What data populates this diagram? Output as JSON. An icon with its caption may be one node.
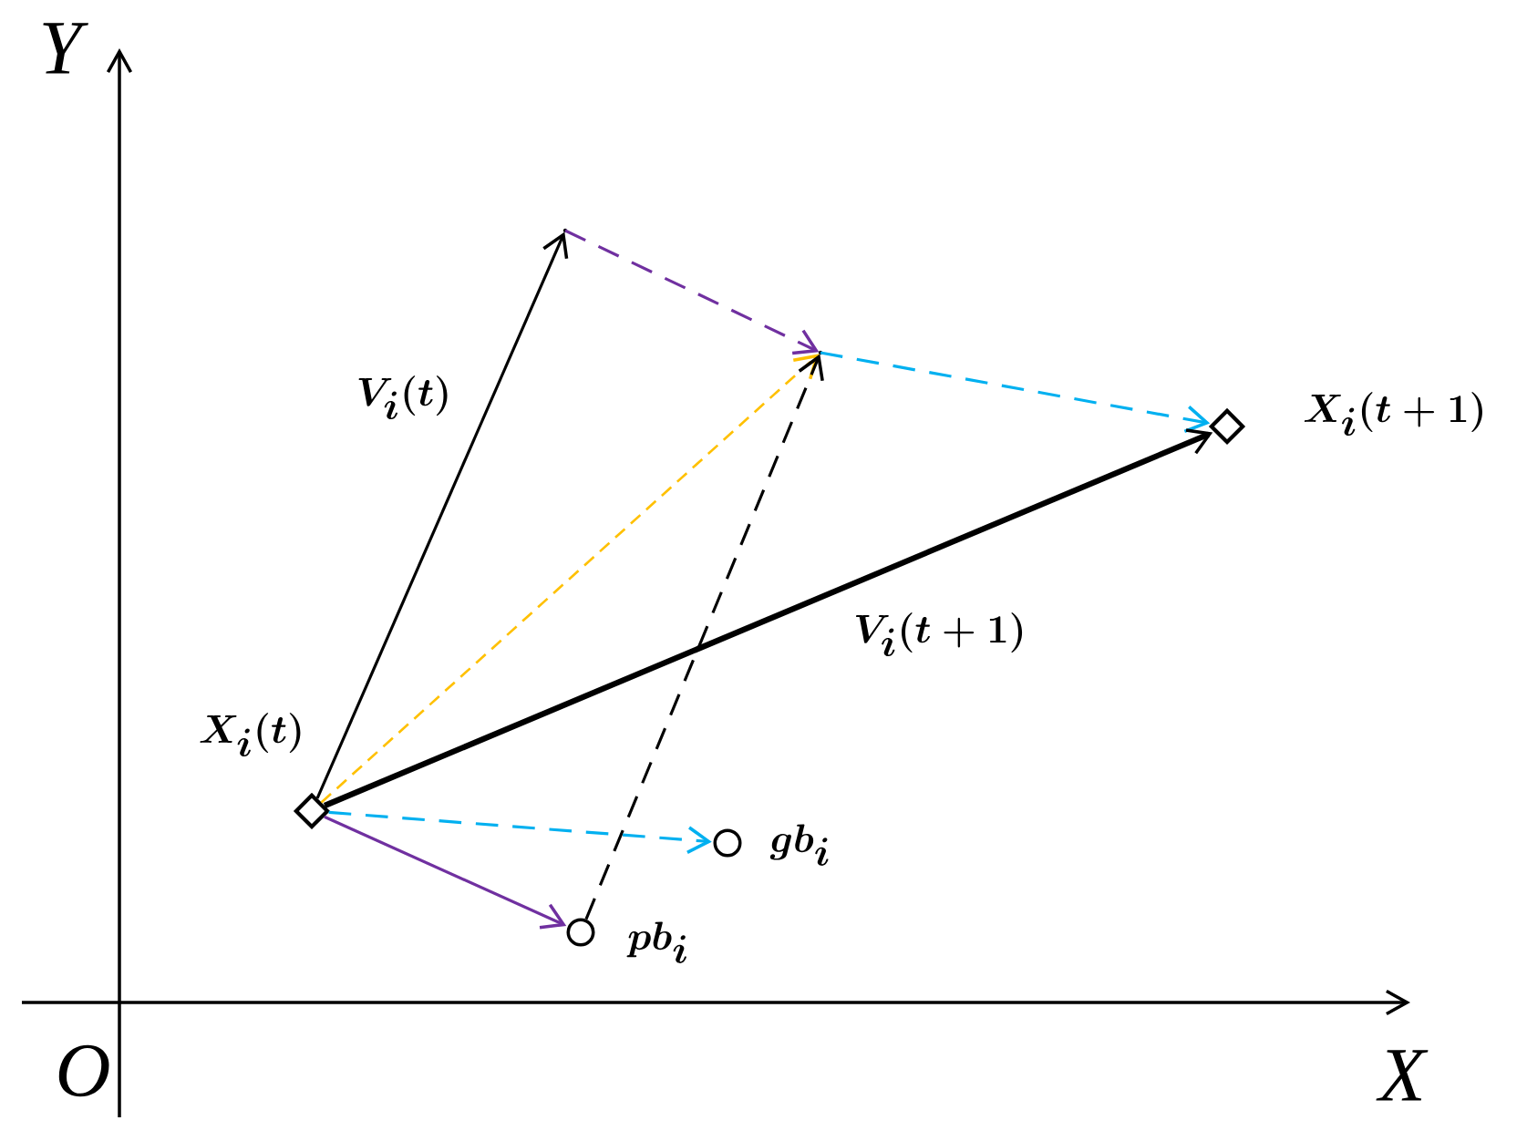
{
  "diagram": {
    "nodes": [
      {
        "text": [],
        "shape": "diamond",
        "beside": [
          "X_i(t)"
        ]
      },
      {
        "text": [],
        "shape": "point"
      },
      {
        "text": [],
        "shape": "point"
      },
      {
        "text": [],
        "shape": "diamond",
        "beside": [
          "X_i(t+1)"
        ]
      },
      {
        "text": [],
        "shape": "circle",
        "beside": [
          "gb_i"
        ]
      },
      {
        "text": [],
        "shape": "circle",
        "beside": [
          "pb_i"
        ]
      }
    ],
    "edges": [
      {
        "from": 0,
        "to": 1,
        "arrow": "to",
        "label": "V_i(t)"
      },
      {
        "from": 1,
        "to": 2,
        "arrow": "to",
        "style": "dashed",
        "color": "#7030a0"
      },
      {
        "from": 2,
        "to": 3,
        "arrow": "to",
        "style": "dashed",
        "color": "#00b0f0"
      },
      {
        "from": 0,
        "to": 2,
        "arrow": "to",
        "style": "dashed",
        "color": "#ffc000"
      },
      {
        "from": 5,
        "to": 2,
        "arrow": "to",
        "style": "dashed"
      },
      {
        "from": 0,
        "to": 3,
        "arrow": "to",
        "style": "thick",
        "label": "V_i(t+1)"
      },
      {
        "from": 0,
        "to": 4,
        "arrow": "to",
        "style": "dashed",
        "color": "#00b0f0"
      },
      {
        "from": 0,
        "to": 5,
        "arrow": "to",
        "color": "#7030a0"
      }
    ],
    "labels": [
      "Y",
      "O",
      "X"
    ]
  }
}
